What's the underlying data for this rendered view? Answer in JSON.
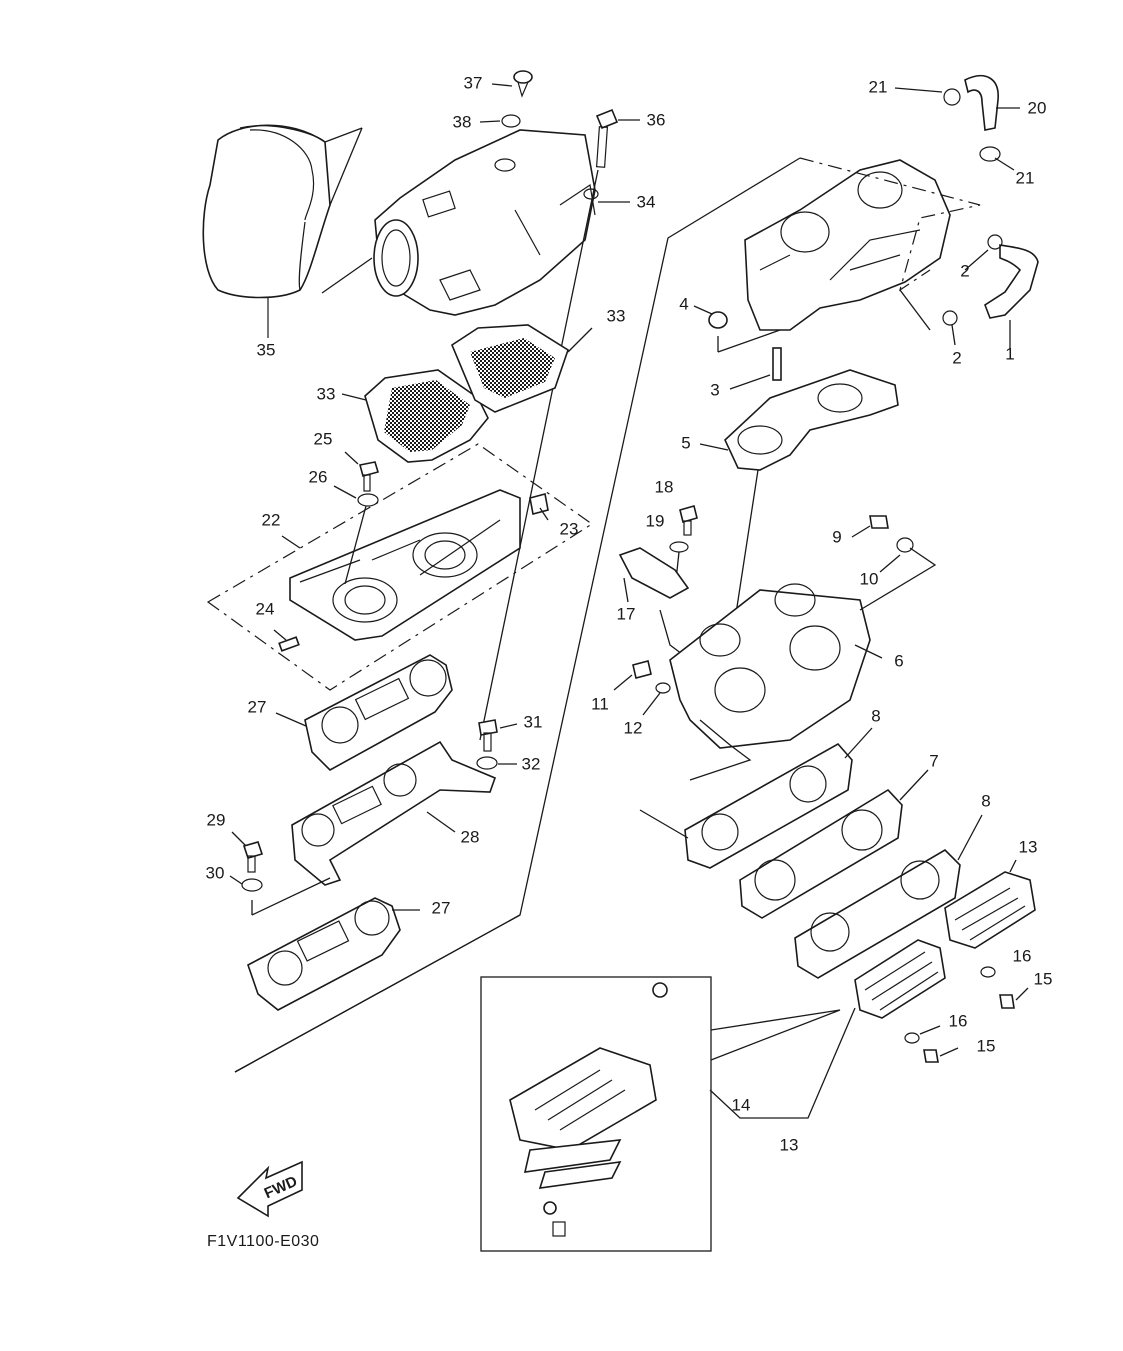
{
  "diagram": {
    "code": "F1V1100-E030",
    "direction": "FWD",
    "callouts": [
      "37",
      "38",
      "36",
      "34",
      "35",
      "33",
      "33",
      "25",
      "26",
      "22",
      "23",
      "24",
      "27",
      "31",
      "32",
      "29",
      "28",
      "30",
      "27",
      "21",
      "20",
      "21",
      "2",
      "2",
      "1",
      "4",
      "3",
      "5",
      "18",
      "19",
      "17",
      "9",
      "10",
      "6",
      "11",
      "12",
      "8",
      "7",
      "8",
      "13",
      "16",
      "15",
      "16",
      "15",
      "14",
      "13"
    ]
  }
}
